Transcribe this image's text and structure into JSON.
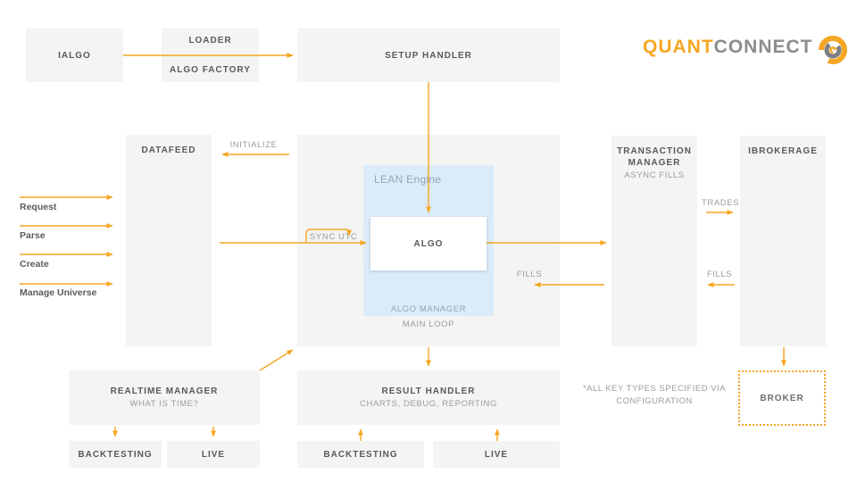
{
  "logo": {
    "quant": "QUANT",
    "connect": "CONNECT",
    "icon": "quantconnect-swirl-icon"
  },
  "boxes": {
    "ialgo": {
      "title": "IALGO"
    },
    "loader": {
      "line1": "LOADER",
      "line2": "ALGO FACTORY"
    },
    "setup_handler": {
      "title": "SETUP HANDLER"
    },
    "datafeed": {
      "title": "DATAFEED"
    },
    "lean_engine": {
      "label": "LEAN Engine"
    },
    "algo": {
      "title": "ALGO"
    },
    "algo_manager": {
      "label": "ALGO MANAGER"
    },
    "main_loop": {
      "label": "MAIN LOOP"
    },
    "transaction_manager": {
      "title": "TRANSACTION MANAGER",
      "subtitle": "ASYNC FILLS"
    },
    "ibrokerage": {
      "title": "IBROKERAGE"
    },
    "realtime_manager": {
      "title": "REALTIME MANAGER",
      "subtitle": "WHAT IS TIME?"
    },
    "result_handler": {
      "title": "RESULT HANDLER",
      "subtitle": "CHARTS, DEBUG, REPORTING"
    },
    "backtesting_left": {
      "title": "BACKTESTING"
    },
    "live_left": {
      "title": "LIVE"
    },
    "backtesting_right": {
      "title": "BACKTESTING"
    },
    "live_right": {
      "title": "LIVE"
    },
    "broker": {
      "title": "BROKER"
    }
  },
  "labels": {
    "initialize": "INITIALIZE",
    "request": "Request",
    "parse": "Parse",
    "create": "Create",
    "manage_universe": "Manage Universe",
    "sync_utc": "SYNC UTC",
    "fills_center": "FILLS",
    "trades": "TRADES",
    "fills_right": "FILLS",
    "footnote_line1": "*ALL KEY TYPES SPECIFIED VIA",
    "footnote_line2": "CONFIGURATION"
  },
  "colors": {
    "accent_orange": "#F5A623",
    "box_fill": "#F4F4F5",
    "lean_blue_fill": "#DCEBFA",
    "title_text": "#58595B",
    "muted_text": "#9B9B9B",
    "logo_gray": "#8B8C8E"
  }
}
